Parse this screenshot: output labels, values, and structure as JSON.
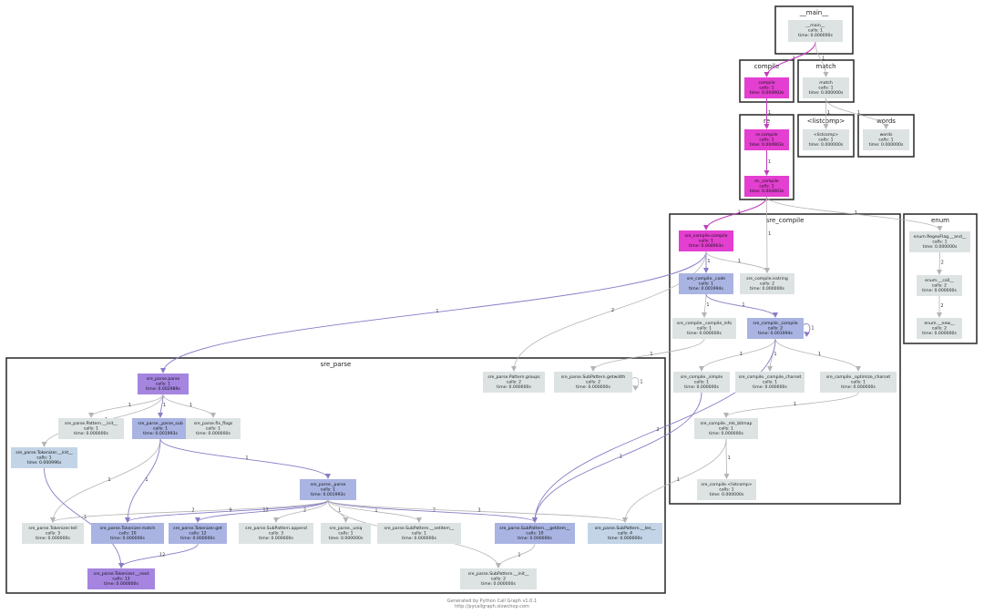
{
  "colors": {
    "magenta": "#e33fd0",
    "lavender": "#a9b4e2",
    "purple": "#a585e0",
    "light": "#dde3e3",
    "blue_gray": "#c3d4e6",
    "edge_magenta": "#c13fbd",
    "edge_purple": "#8a7bc6",
    "edge_gray": "#b4b4b4"
  },
  "clusters": [
    {
      "id": "main",
      "label": "__main__"
    },
    {
      "id": "compile",
      "label": "compile"
    },
    {
      "id": "match",
      "label": "match"
    },
    {
      "id": "re",
      "label": "re"
    },
    {
      "id": "listcomp",
      "label": "<listcomp>"
    },
    {
      "id": "words",
      "label": "words"
    },
    {
      "id": "sre_compile",
      "label": "sre_compile"
    },
    {
      "id": "enum",
      "label": "enum"
    },
    {
      "id": "sre_parse",
      "label": "sre_parse"
    }
  ],
  "nodes": [
    {
      "id": "main",
      "name": "__main__",
      "calls": "calls: 1",
      "time": "time: 0.000000s",
      "color": "light"
    },
    {
      "id": "compile",
      "name": "compile",
      "calls": "calls: 1",
      "time": "time: 0.004903s",
      "color": "magenta"
    },
    {
      "id": "match",
      "name": "match",
      "calls": "calls: 1",
      "time": "time: 0.000000s",
      "color": "light"
    },
    {
      "id": "re_compile",
      "name": "re.compile",
      "calls": "calls: 1",
      "time": "time: 0.004903s",
      "color": "magenta"
    },
    {
      "id": "re__compile",
      "name": "re._compile",
      "calls": "calls: 1",
      "time": "time: 0.004903s",
      "color": "magenta"
    },
    {
      "id": "listcomp",
      "name": "<listcomp>",
      "calls": "calls: 1",
      "time": "time: 0.000000s",
      "color": "light"
    },
    {
      "id": "words",
      "name": "words",
      "calls": "calls: 1",
      "time": "time: 0.000000s",
      "color": "light"
    },
    {
      "id": "sc_compile",
      "name": "sre_compile.compile",
      "calls": "calls: 1",
      "time": "time: 0.004903s",
      "color": "magenta"
    },
    {
      "id": "sc_isstring",
      "name": "sre_compile.isstring",
      "calls": "calls: 2",
      "time": "time: 0.000000s",
      "color": "light"
    },
    {
      "id": "sc_code",
      "name": "sre_compile._code",
      "calls": "calls: 1",
      "time": "time: 0.001994s",
      "color": "lavender"
    },
    {
      "id": "sc_compile_info",
      "name": "sre_compile._compile_info",
      "calls": "calls: 1",
      "time": "time: 0.000000s",
      "color": "light"
    },
    {
      "id": "sc__compile",
      "name": "sre_compile._compile",
      "calls": "calls: 2",
      "time": "time: 0.001994s",
      "color": "lavender"
    },
    {
      "id": "sc_simple",
      "name": "sre_compile._simple",
      "calls": "calls: 1",
      "time": "time: 0.000000s",
      "color": "light"
    },
    {
      "id": "sc_compile_charset",
      "name": "sre_compile._compile_charset",
      "calls": "calls: 1",
      "time": "time: 0.000000s",
      "color": "light"
    },
    {
      "id": "sc_optimize_charset",
      "name": "sre_compile._optimize_charset",
      "calls": "calls: 1",
      "time": "time: 0.000000s",
      "color": "light"
    },
    {
      "id": "sc_mk_bitmap",
      "name": "sre_compile._mk_bitmap",
      "calls": "calls: 1",
      "time": "time: 0.000000s",
      "color": "light"
    },
    {
      "id": "sc_listcomp",
      "name": "sre_compile.<listcomp>",
      "calls": "calls: 1",
      "time": "time: 0.000000s",
      "color": "light"
    },
    {
      "id": "enum_and",
      "name": "enum.RegexFlag.__and__",
      "calls": "calls: 1",
      "time": "time: 0.000000s",
      "color": "light"
    },
    {
      "id": "enum_call",
      "name": "enum.__call__",
      "calls": "calls: 2",
      "time": "time: 0.000000s",
      "color": "light"
    },
    {
      "id": "enum_new",
      "name": "enum.__new__",
      "calls": "calls: 2",
      "time": "time: 0.000000s",
      "color": "light"
    },
    {
      "id": "sp_parse",
      "name": "sre_parse.parse",
      "calls": "calls: 1",
      "time": "time: 0.002989s",
      "color": "purple"
    },
    {
      "id": "sp_pattern_init",
      "name": "sre_parse.Pattern.__init__",
      "calls": "calls: 1",
      "time": "time: 0.000000s",
      "color": "light"
    },
    {
      "id": "sp_parse_sub",
      "name": "sre_parse._parse_sub",
      "calls": "calls: 1",
      "time": "time: 0.001993s",
      "color": "lavender"
    },
    {
      "id": "sp_fix_flags",
      "name": "sre_parse.fix_flags",
      "calls": "calls: 1",
      "time": "time: 0.000000s",
      "color": "light"
    },
    {
      "id": "sp_pattern_groups",
      "name": "sre_parse.Pattern.groups",
      "calls": "calls: 2",
      "time": "time: 0.000000s",
      "color": "light"
    },
    {
      "id": "sp_getwidth",
      "name": "sre_parse.SubPattern.getwidth",
      "calls": "calls: 2",
      "time": "time: 0.000000s",
      "color": "light"
    },
    {
      "id": "sp_tok_init",
      "name": "sre_parse.Tokenizer.__init__",
      "calls": "calls: 1",
      "time": "time: 0.000996s",
      "color": "blue_gray"
    },
    {
      "id": "sp__parse",
      "name": "sre_parse._parse",
      "calls": "calls: 1",
      "time": "time: 0.001993s",
      "color": "lavender"
    },
    {
      "id": "sp_tell",
      "name": "sre_parse.Tokenizer.tell",
      "calls": "calls: 3",
      "time": "time: 0.000000s",
      "color": "light"
    },
    {
      "id": "sp_tmatch",
      "name": "sre_parse.Tokenizer.match",
      "calls": "calls: 10",
      "time": "time: 0.000000s",
      "color": "lavender"
    },
    {
      "id": "sp_tget",
      "name": "sre_parse.Tokenizer.get",
      "calls": "calls: 12",
      "time": "time: 0.000000s",
      "color": "lavender"
    },
    {
      "id": "sp_append",
      "name": "sre_parse.SubPattern.append",
      "calls": "calls: 3",
      "time": "time: 0.000000s",
      "color": "light"
    },
    {
      "id": "sp_uniq",
      "name": "sre_parse._uniq",
      "calls": "calls: 1",
      "time": "time: 0.000000s",
      "color": "light"
    },
    {
      "id": "sp_setitem",
      "name": "sre_parse.SubPattern.__setitem__",
      "calls": "calls: 1",
      "time": "time: 0.000000s",
      "color": "light"
    },
    {
      "id": "sp_getitem",
      "name": "sre_parse.SubPattern.__getitem__",
      "calls": "calls: 10",
      "time": "time: 0.000000s",
      "color": "lavender"
    },
    {
      "id": "sp_len",
      "name": "sre_parse.SubPattern.__len__",
      "calls": "calls: 4",
      "time": "time: 0.000000s",
      "color": "blue_gray"
    },
    {
      "id": "sp_tnext",
      "name": "sre_parse.Tokenizer.__next",
      "calls": "calls: 13",
      "time": "time: 0.000000s",
      "color": "purple"
    },
    {
      "id": "sp_subinit",
      "name": "sre_parse.SubPattern.__init__",
      "calls": "calls: 2",
      "time": "time: 0.000000s",
      "color": "light"
    }
  ],
  "edges": [
    {
      "from": "main",
      "to": "compile",
      "label": "1"
    },
    {
      "from": "main",
      "to": "match",
      "label": "1"
    },
    {
      "from": "compile",
      "to": "re_compile",
      "label": "1"
    },
    {
      "from": "match",
      "to": "listcomp",
      "label": "1"
    },
    {
      "from": "match",
      "to": "words",
      "label": "1"
    },
    {
      "from": "re_compile",
      "to": "re__compile",
      "label": "1"
    },
    {
      "from": "re__compile",
      "to": "sc_compile",
      "label": "1"
    },
    {
      "from": "re__compile",
      "to": "sc_isstring",
      "label": "1"
    },
    {
      "from": "re__compile",
      "to": "enum_and",
      "label": "1"
    },
    {
      "from": "sc_compile",
      "to": "sc_code",
      "label": "1"
    },
    {
      "from": "sc_compile",
      "to": "sc_isstring",
      "label": "1"
    },
    {
      "from": "sc_compile",
      "to": "sp_parse",
      "label": "1"
    },
    {
      "from": "sc_compile",
      "to": "sp_pattern_groups",
      "label": "2"
    },
    {
      "from": "sc_code",
      "to": "sc_compile_info",
      "label": "1"
    },
    {
      "from": "sc_code",
      "to": "sc__compile",
      "label": "1"
    },
    {
      "from": "sc__compile",
      "to": "sc__compile",
      "label": "1"
    },
    {
      "from": "sc__compile",
      "to": "sc_simple",
      "label": "1"
    },
    {
      "from": "sc__compile",
      "to": "sc_compile_charset",
      "label": "1"
    },
    {
      "from": "sc__compile",
      "to": "sc_optimize_charset",
      "label": "1"
    },
    {
      "from": "sc__compile",
      "to": "sp_getitem",
      "label": "2"
    },
    {
      "from": "sc_compile_info",
      "to": "sp_getwidth",
      "label": "1"
    },
    {
      "from": "sp_getwidth",
      "to": "sp_getwidth",
      "label": "1"
    },
    {
      "from": "sc_simple",
      "to": "sp_getitem",
      "label": "1"
    },
    {
      "from": "sc_optimize_charset",
      "to": "sc_mk_bitmap",
      "label": "1"
    },
    {
      "from": "sc_mk_bitmap",
      "to": "sc_listcomp",
      "label": "1"
    },
    {
      "from": "sc_mk_bitmap",
      "to": "sp_len",
      "label": "1"
    },
    {
      "from": "enum_and",
      "to": "enum_call",
      "label": "2"
    },
    {
      "from": "enum_call",
      "to": "enum_new",
      "label": "2"
    },
    {
      "from": "sp_parse",
      "to": "sp_tok_init",
      "label": "1"
    },
    {
      "from": "sp_parse",
      "to": "sp_pattern_init",
      "label": "1"
    },
    {
      "from": "sp_parse",
      "to": "sp_parse_sub",
      "label": "1"
    },
    {
      "from": "sp_parse",
      "to": "sp_fix_flags",
      "label": "1"
    },
    {
      "from": "sp_parse_sub",
      "to": "sp__parse",
      "label": "1"
    },
    {
      "from": "sp_parse_sub",
      "to": "sp_tell",
      "label": "1"
    },
    {
      "from": "sp_parse_sub",
      "to": "sp_tmatch",
      "label": "1"
    },
    {
      "from": "sp_tok_init",
      "to": "sp_tnext",
      "label": "1"
    },
    {
      "from": "sp__parse",
      "to": "sp_tell",
      "label": "2"
    },
    {
      "from": "sp__parse",
      "to": "sp_tmatch",
      "label": "9"
    },
    {
      "from": "sp__parse",
      "to": "sp_tget",
      "label": "12"
    },
    {
      "from": "sp__parse",
      "to": "sp_append",
      "label": "2"
    },
    {
      "from": "sp__parse",
      "to": "sp_uniq",
      "label": "1"
    },
    {
      "from": "sp__parse",
      "to": "sp_setitem",
      "label": "1"
    },
    {
      "from": "sp__parse",
      "to": "sp_getitem",
      "label": "7"
    },
    {
      "from": "sp__parse",
      "to": "sp_len",
      "label": "3"
    },
    {
      "from": "sp__parse",
      "to": "sp_subinit",
      "label": "1"
    },
    {
      "from": "sp_tget",
      "to": "sp_tnext",
      "label": "12"
    },
    {
      "from": "sp_getitem",
      "to": "sp_subinit",
      "label": "1"
    }
  ],
  "footer": {
    "line1": "Generated by Python Call Graph v1.0.1",
    "line2": "http://pycallgraph.slowchop.com"
  }
}
